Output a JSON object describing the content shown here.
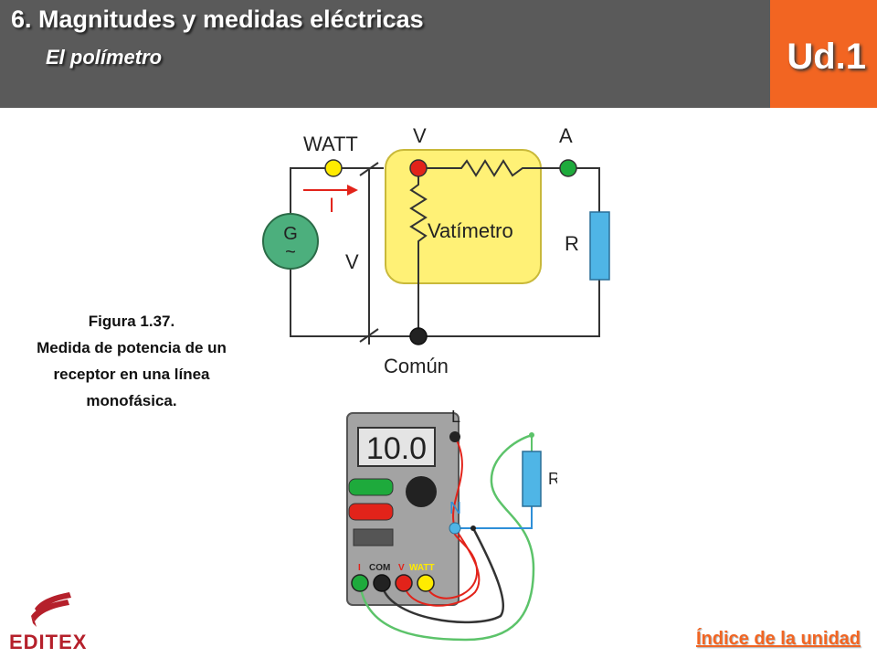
{
  "header": {
    "title": "6. Magnitudes y medidas eléctricas",
    "subtitle": "El polímetro",
    "unit": "Ud.1"
  },
  "caption": {
    "line1": "Figura 1.37.",
    "line2": "Medida de potencia de un",
    "line3": "receptor en una línea",
    "line4": "monofásica."
  },
  "figure_circuit": {
    "watt": "WATT",
    "v_top": "V",
    "a_top": "A",
    "current": "I",
    "generator": "G",
    "generator_symbol": "~",
    "voltage": "V",
    "wattmeter": "Vatímetro",
    "resistor": "R",
    "common": "Común"
  },
  "figure_meter": {
    "display": "10.0",
    "terminal_i": "I",
    "terminal_com": "COM",
    "terminal_v": "V",
    "terminal_watt": "WATT",
    "line_l": "L",
    "line_n": "N",
    "resistor": "R"
  },
  "footer": {
    "brand": "EDITEX",
    "index_link": "Índice de la unidad"
  },
  "colors": {
    "header_bg": "#5a5a5a",
    "accent": "#f26522",
    "wattmeter_box": "#fff176",
    "terminal_yellow": "#ffeb00",
    "terminal_red": "#e2231a",
    "terminal_green": "#1eaa3c",
    "resistor_blue": "#4fb5e6"
  }
}
